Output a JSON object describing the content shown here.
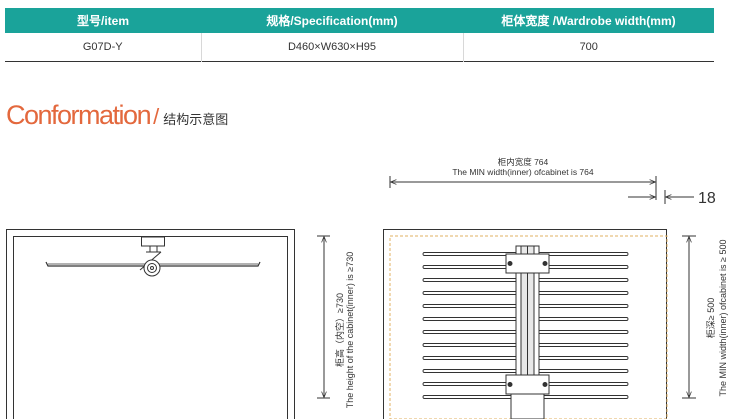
{
  "table": {
    "headers": [
      "型号/item",
      "规格/Specification(mm)",
      "柜体宽度 /Wardrobe width(mm)"
    ],
    "rows": [
      [
        "G07D-Y",
        "D460×W630×H95",
        "700"
      ]
    ]
  },
  "section": {
    "title_en": "Conformation",
    "separator": "/",
    "title_cn": "结构示意图"
  },
  "drawing": {
    "width_label_cn": "柜内宽度 764",
    "width_label_en": "The MIN width(inner) ofcabinet is 764",
    "side_gap": "18",
    "height_label_cn": "柜高（内空）≥730",
    "height_label_en": "The height of the cabinet(inner) is ≥730",
    "depth_label_cn": "柜深≥ 500",
    "depth_label_en": "The MIN width(inner) ofcabinet is ≥ 500"
  },
  "colors": {
    "header_bg": "#1aa39a",
    "accent": "#e3683d",
    "dashed_outline": "#e0b060"
  }
}
